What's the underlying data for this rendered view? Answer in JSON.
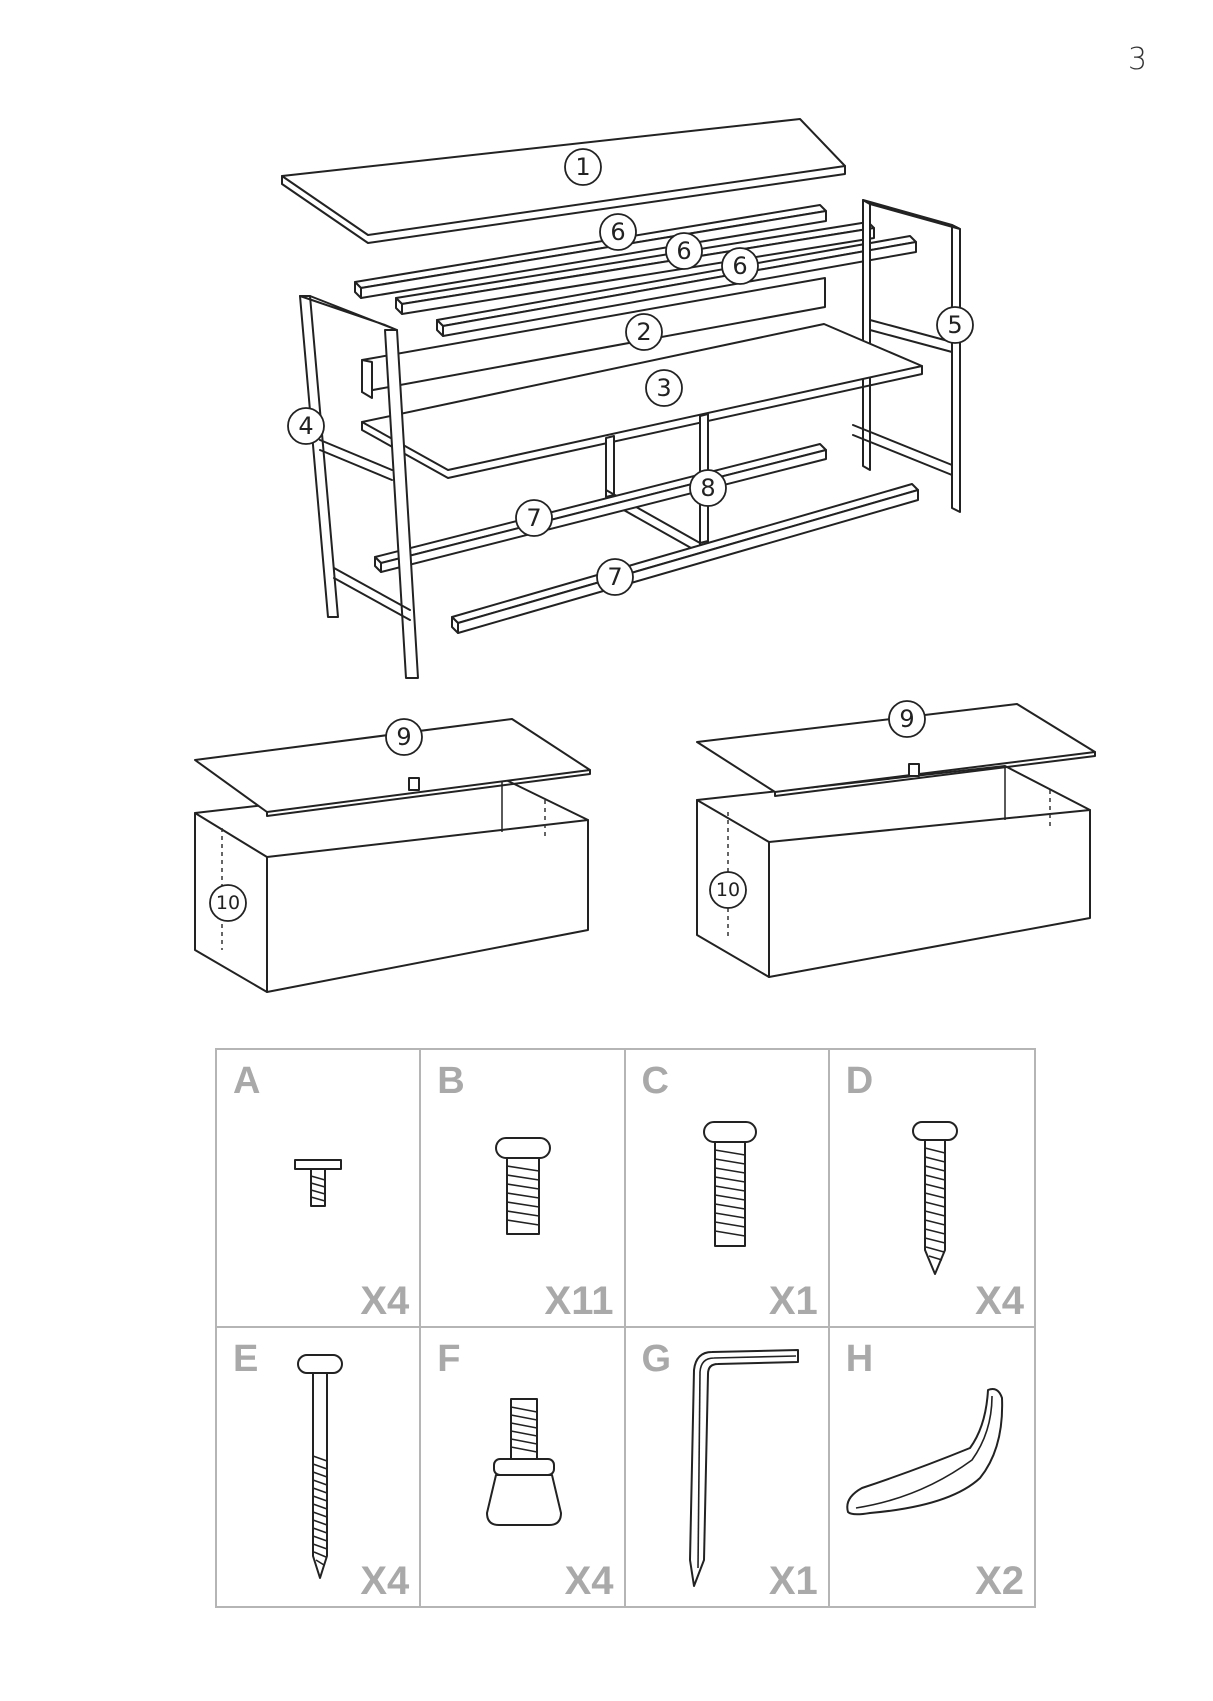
{
  "page_number": "3",
  "callouts": {
    "c1": "1",
    "c2": "2",
    "c3": "3",
    "c4": "4",
    "c5": "5",
    "c6a": "6",
    "c6b": "6",
    "c6c": "6",
    "c7a": "7",
    "c7b": "7",
    "c8": "8",
    "c9a": "9",
    "c9b": "9",
    "c10a": "10",
    "c10b": "10"
  },
  "hardware": [
    {
      "letter": "A",
      "qty": "X4",
      "icon": "t-screw-icon"
    },
    {
      "letter": "B",
      "qty": "X11",
      "icon": "short-bolt-icon"
    },
    {
      "letter": "C",
      "qty": "X1",
      "icon": "bolt-icon"
    },
    {
      "letter": "D",
      "qty": "X4",
      "icon": "wood-screw-icon"
    },
    {
      "letter": "E",
      "qty": "X4",
      "icon": "long-screw-icon"
    },
    {
      "letter": "F",
      "qty": "X4",
      "icon": "leveling-foot-icon"
    },
    {
      "letter": "G",
      "qty": "X1",
      "icon": "allen-key-icon"
    },
    {
      "letter": "H",
      "qty": "X2",
      "icon": "handle-icon"
    }
  ]
}
